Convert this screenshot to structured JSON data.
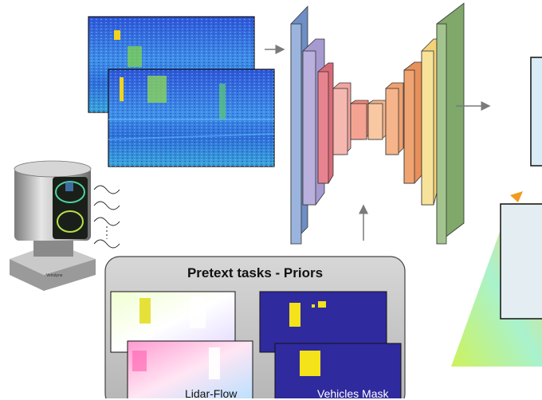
{
  "pretext_panel": {
    "title": "Pretext tasks - Priors",
    "lidar_flow_label": "Lidar-Flow",
    "vehicles_mask_label": "Vehicles Mask"
  },
  "sensor": {
    "brand_text": "Velodyne"
  },
  "colors": {
    "depth_map": "#3a6fe0",
    "mask_bg": "#2f2a9e",
    "mask_fg": "#f4e21a",
    "panel_bg": "#c8c8c8",
    "arrow": "#7a7a7a"
  },
  "icons": [
    "lidar-sensor-icon",
    "signal-wave-icon",
    "arrow-icon"
  ]
}
